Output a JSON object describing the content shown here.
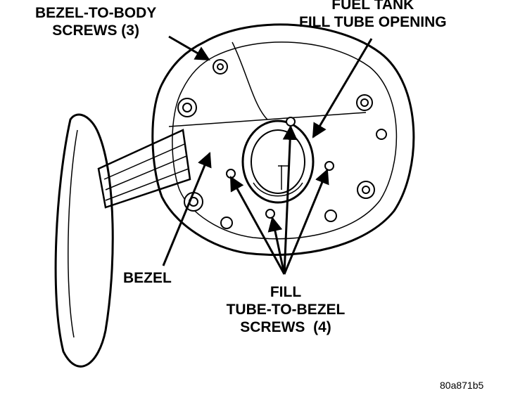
{
  "labels": {
    "bezel_to_body": [
      "BEZEL-TO-BODY",
      "SCREWS (3)"
    ],
    "fuel_tank": [
      "FUEL TANK",
      "FILL TUBE OPENING"
    ],
    "bezel": "BEZEL",
    "fill_tube": [
      "FILL",
      "TUBE-TO-BEZEL",
      "SCREWS  (4)"
    ]
  },
  "figure_code": "80a871b5",
  "colors": {
    "ink": "#000000",
    "paper": "#ffffff"
  }
}
